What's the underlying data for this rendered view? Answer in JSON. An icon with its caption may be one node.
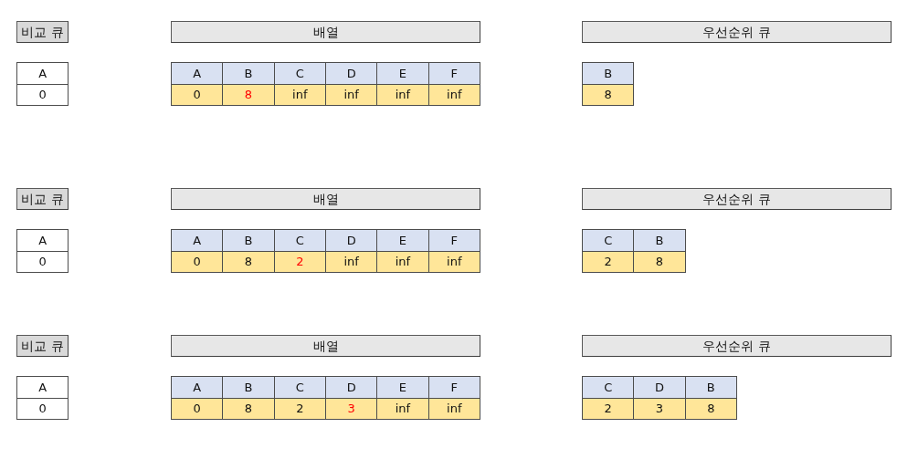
{
  "diagram": {
    "nodes": [
      {
        "text": [
          "비교 큐"
        ]
      },
      {
        "text": [
          "배열"
        ]
      },
      {
        "text": [
          "우선순위 큐"
        ]
      },
      {
        "text": [
          "비교 큐"
        ]
      },
      {
        "text": [
          "배열"
        ]
      },
      {
        "text": [
          "우선순위 큐"
        ]
      },
      {
        "text": [
          "비교 큐"
        ]
      },
      {
        "text": [
          "배열"
        ]
      },
      {
        "text": [
          "우선순위 큐"
        ]
      }
    ],
    "edges": [],
    "labels": [
      "A",
      "0",
      "A",
      "B",
      "C",
      "D",
      "E",
      "F",
      "0",
      "8",
      "inf",
      "inf",
      "inf",
      "inf",
      "B",
      "8",
      "A",
      "0",
      "A",
      "B",
      "C",
      "D",
      "E",
      "F",
      "0",
      "8",
      "2",
      "inf",
      "inf",
      "inf",
      "C",
      "B",
      "2",
      "8",
      "A",
      "0",
      "A",
      "B",
      "C",
      "D",
      "E",
      "F",
      "0",
      "8",
      "2",
      "3",
      "inf",
      "inf",
      "C",
      "D",
      "B",
      "2",
      "3",
      "8"
    ]
  }
}
